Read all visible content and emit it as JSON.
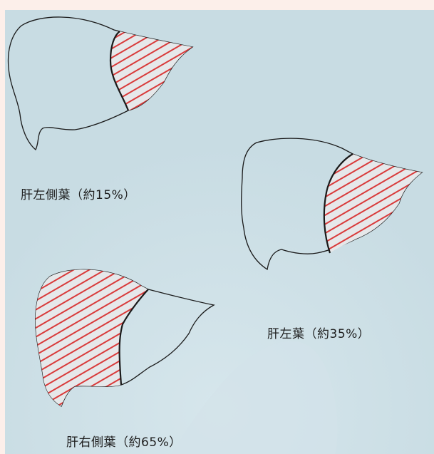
{
  "diagram": {
    "panels": [
      {
        "id": "left-lateral-segment",
        "label": "肝左側葉（約15%）"
      },
      {
        "id": "left-lobe",
        "label": "肝左葉（約35%）"
      },
      {
        "id": "right-lateral-segment",
        "label": "肝右側葉（約65%）"
      }
    ],
    "colors": {
      "background": "#cbdfe6",
      "outer_border": "#fcefea",
      "outline": "#1a1a1a",
      "hatch": "#d93a3a",
      "hatch_fill": "#e8e8e8"
    }
  }
}
